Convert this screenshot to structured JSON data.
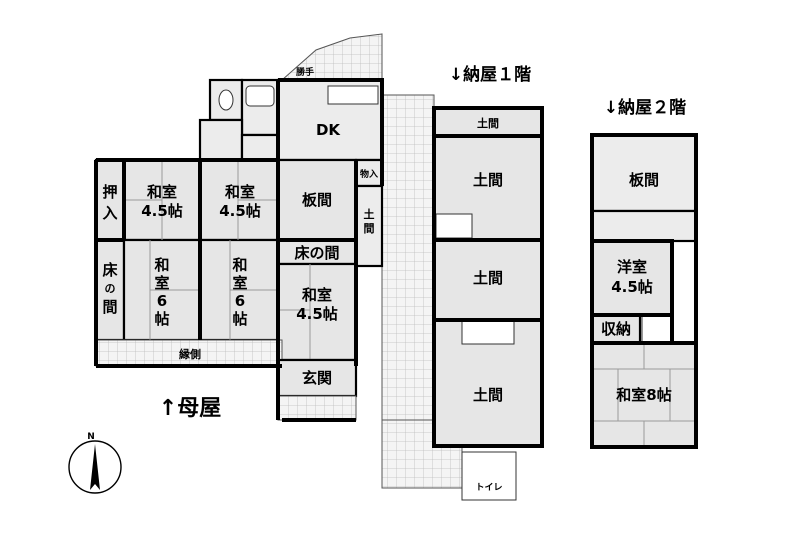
{
  "headings": {
    "annex_floor1": "↓納屋１階",
    "annex_floor2": "↓納屋２階",
    "main_house": "↑母屋"
  },
  "main_house": {
    "katte": "勝手",
    "dk": "DK",
    "monoire": "物入",
    "oshiire": [
      "押",
      "入"
    ],
    "washitsu_a": [
      "和室",
      "4.5帖"
    ],
    "washitsu_b": [
      "和室",
      "4.5帖"
    ],
    "itama": "板間",
    "doma_side": [
      "土",
      "間"
    ],
    "tokonoma_left": [
      "床",
      "の",
      "間"
    ],
    "washitsu_c": [
      "和",
      "室",
      "6",
      "帖"
    ],
    "washitsu_d": [
      "和",
      "室",
      "6",
      "帖"
    ],
    "tokonoma": "床の間",
    "washitsu_e": [
      "和室",
      "4.5帖"
    ],
    "engawa": "縁側",
    "genkan": "玄関"
  },
  "annex_1f": {
    "doma_top": "土間",
    "doma_1": "土間",
    "doma_2": "土間",
    "doma_3": "土間",
    "toilet": "トイレ"
  },
  "annex_2f": {
    "itama": "板間",
    "yoshitsu": [
      "洋室",
      "4.5帖"
    ],
    "shuno": "収納",
    "washitsu8": "和室8帖"
  },
  "compass": {
    "north": "N"
  },
  "colors": {
    "room_fill": "#e6e6e6",
    "tile": "#cfcfcf",
    "wall": "#000000"
  }
}
